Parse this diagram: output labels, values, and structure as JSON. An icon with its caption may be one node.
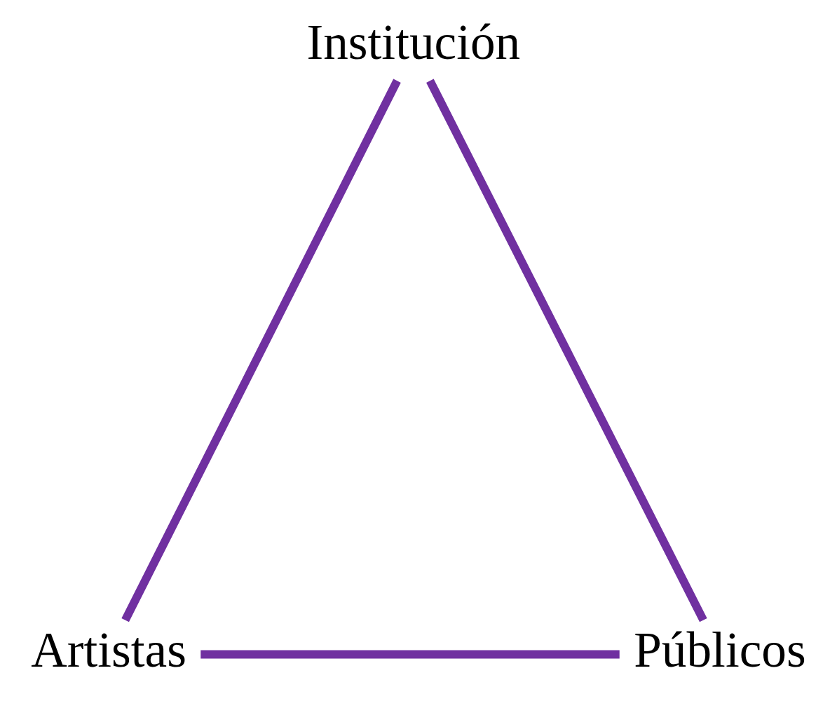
{
  "diagram": {
    "nodes": [
      {
        "text": [
          "Institución"
        ]
      },
      {
        "text": [
          "Artistas"
        ]
      },
      {
        "text": [
          "Públicos"
        ]
      }
    ],
    "edges": [
      {
        "from": 0,
        "to": 1,
        "arrow": "none"
      },
      {
        "from": 0,
        "to": 2,
        "arrow": "none"
      },
      {
        "from": 1,
        "to": 2,
        "arrow": "none"
      }
    ]
  }
}
